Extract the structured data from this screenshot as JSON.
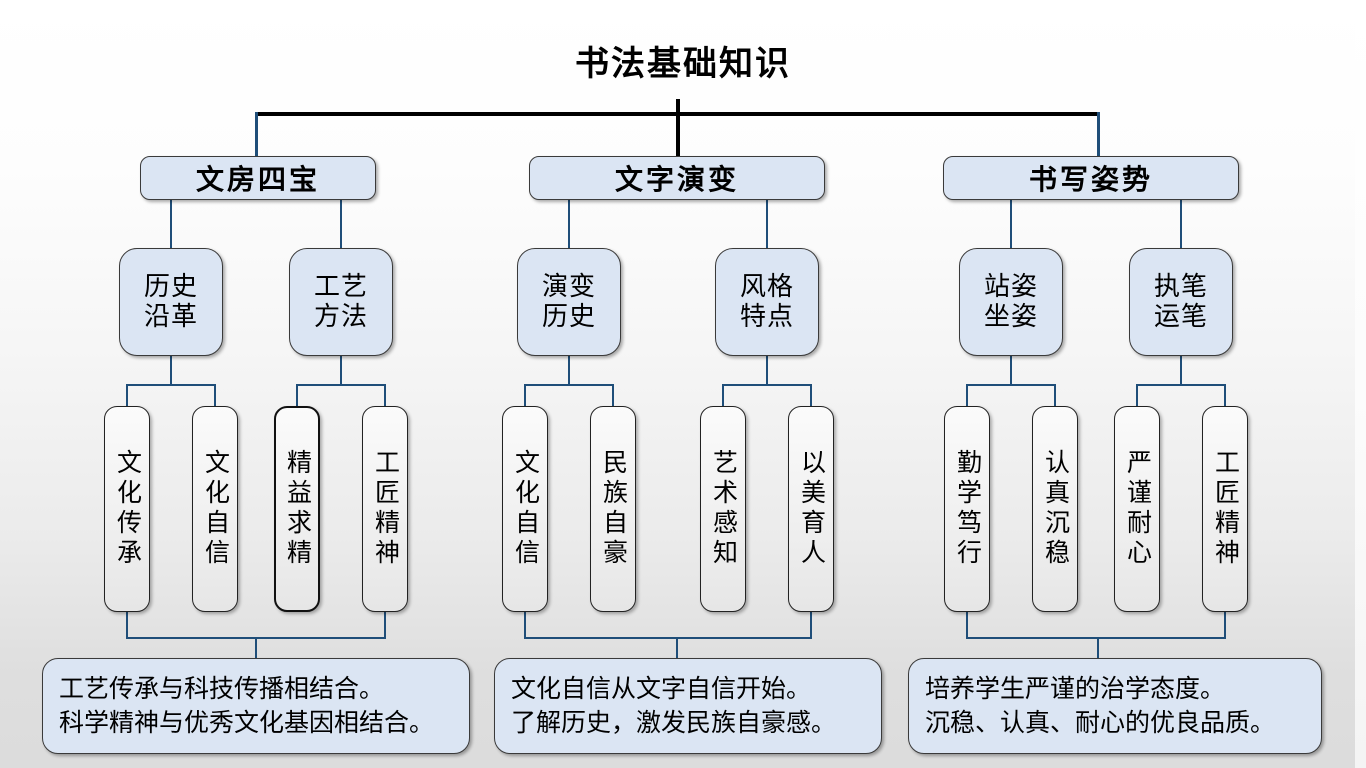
{
  "title": "书法基础知识",
  "colors": {
    "node_fill": "#dbe5f3",
    "connector": "#1f4e79",
    "root_connector": "#000000",
    "leaf_fill": "#f2f2f2",
    "border": "#3a3a3a"
  },
  "branches": [
    {
      "label": "文房四宝",
      "children": [
        {
          "label": "历史\n沿革",
          "leaves": [
            {
              "label": "文化传承",
              "emphasis": false
            },
            {
              "label": "文化自信",
              "emphasis": false
            }
          ]
        },
        {
          "label": "工艺\n方法",
          "leaves": [
            {
              "label": "精益求精",
              "emphasis": true
            },
            {
              "label": "工匠精神",
              "emphasis": false
            }
          ]
        }
      ],
      "summary": "工艺传承与科技传播相结合。\n科学精神与优秀文化基因相结合。"
    },
    {
      "label": "文字演变",
      "children": [
        {
          "label": "演变\n历史",
          "leaves": [
            {
              "label": "文化自信",
              "emphasis": false
            },
            {
              "label": "民族自豪",
              "emphasis": false
            }
          ]
        },
        {
          "label": "风格\n特点",
          "leaves": [
            {
              "label": "艺术感知",
              "emphasis": false
            },
            {
              "label": "以美育人",
              "emphasis": false
            }
          ]
        }
      ],
      "summary": "文化自信从文字自信开始。\n了解历史，激发民族自豪感。"
    },
    {
      "label": "书写姿势",
      "children": [
        {
          "label": "站姿\n坐姿",
          "leaves": [
            {
              "label": "勤学笃行",
              "emphasis": false
            },
            {
              "label": "认真沉稳",
              "emphasis": false
            }
          ]
        },
        {
          "label": "执笔\n运笔",
          "leaves": [
            {
              "label": "严谨耐心",
              "emphasis": false
            },
            {
              "label": "工匠精神",
              "emphasis": false
            }
          ]
        }
      ],
      "summary": "培养学生严谨的治学态度。\n沉稳、认真、耐心的优良品质。"
    }
  ]
}
